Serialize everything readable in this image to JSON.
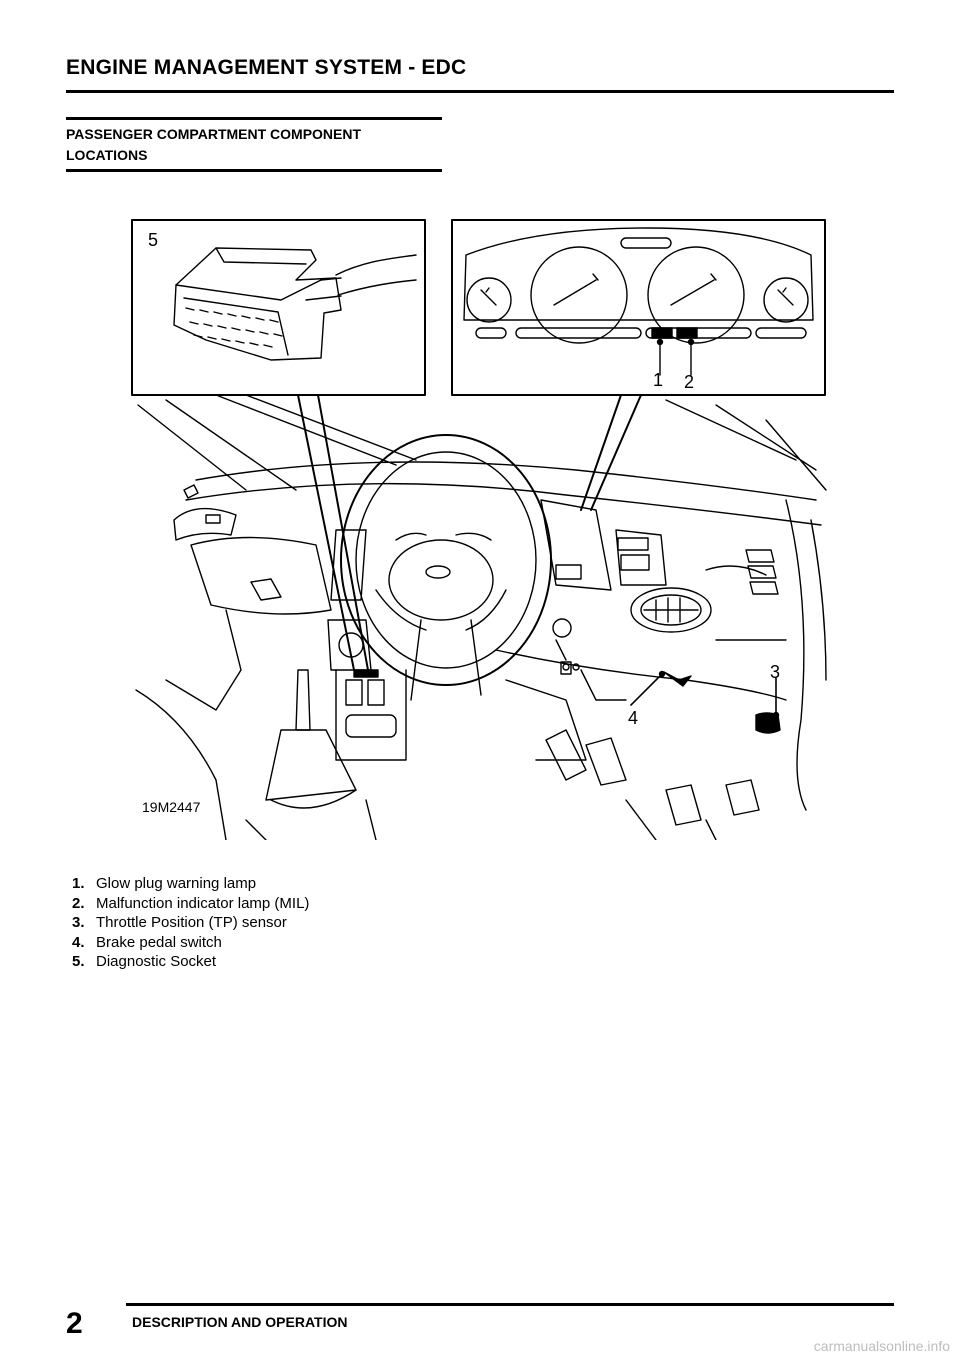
{
  "header": {
    "title": "ENGINE MANAGEMENT SYSTEM - EDC"
  },
  "section": {
    "title_line1": "PASSENGER COMPARTMENT COMPONENT",
    "title_line2": "LOCATIONS"
  },
  "figure": {
    "id": "19M2447",
    "callouts": {
      "c1": "1",
      "c2": "2",
      "c3": "3",
      "c4": "4",
      "c5": "5"
    }
  },
  "legend": [
    {
      "num": "1.",
      "text": "Glow plug warning lamp"
    },
    {
      "num": "2.",
      "text": "Malfunction indicator lamp (MIL)"
    },
    {
      "num": "3.",
      "text": "Throttle Position (TP) sensor"
    },
    {
      "num": "4.",
      "text": "Brake pedal switch"
    },
    {
      "num": "5.",
      "text": "Diagnostic Socket"
    }
  ],
  "footer": {
    "page_number": "2",
    "section_name": "DESCRIPTION AND OPERATION"
  },
  "watermark": "carmanualsonline.info"
}
